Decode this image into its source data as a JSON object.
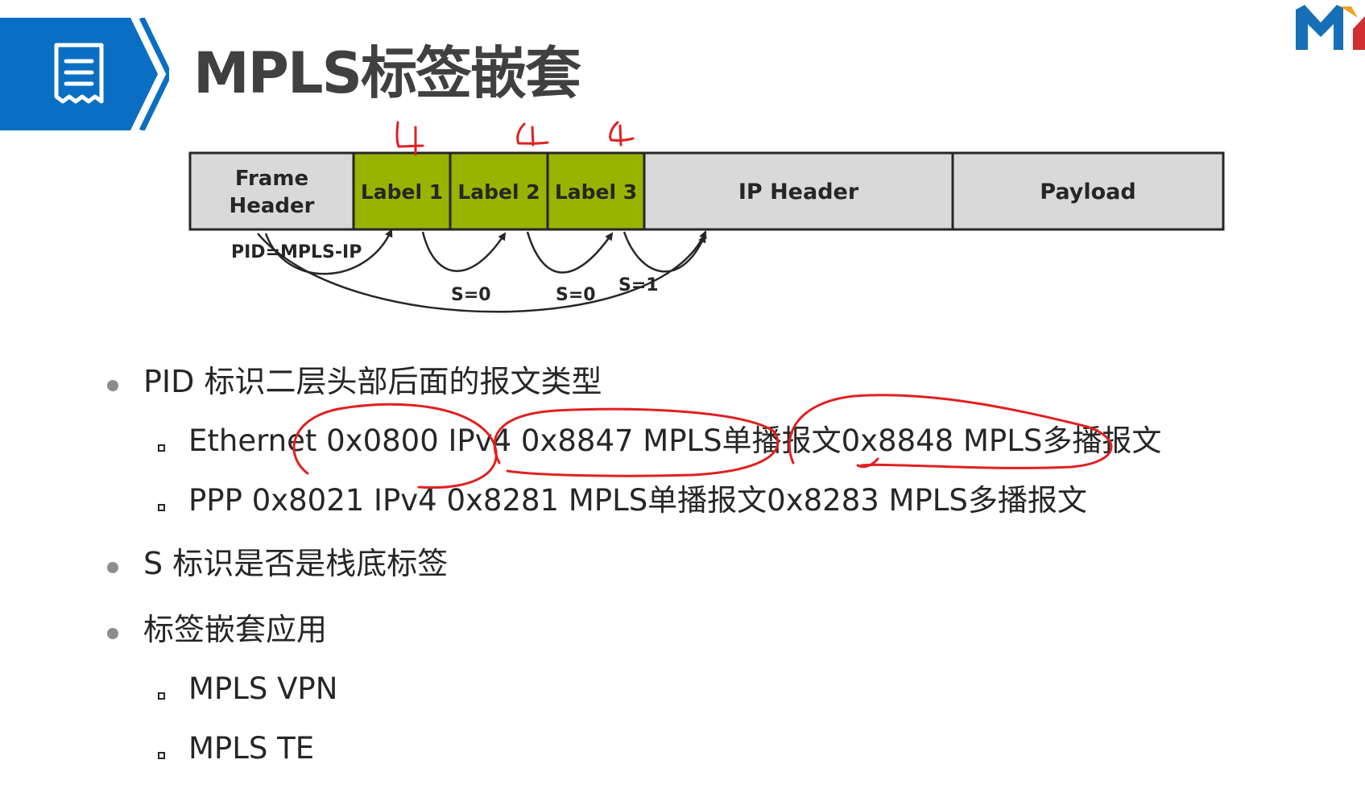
{
  "header": {
    "title": "MPLS标签嵌套",
    "badge_icon": "document-icon",
    "logo_icon": "brand-logo-icon",
    "accent_color": "#0a6fc2"
  },
  "diagram": {
    "fields": [
      {
        "label": "Frame Header",
        "line1": "Frame",
        "line2": "Header",
        "kind": "frame"
      },
      {
        "label": "Label 1",
        "kind": "label"
      },
      {
        "label": "Label 2",
        "kind": "label"
      },
      {
        "label": "Label 3",
        "kind": "label"
      },
      {
        "label": "IP Header",
        "kind": "frame"
      },
      {
        "label": "Payload",
        "kind": "frame"
      }
    ],
    "colors": {
      "frame_fill": "#d9d9d9",
      "label_fill": "#99b300",
      "border": "#262626",
      "arrow": "#262626"
    },
    "pid_text": "PID=MPLS-IP",
    "s_values": [
      "S=0",
      "S=0",
      "S=1"
    ],
    "handwritten_marks": [
      "4",
      "4",
      "4"
    ],
    "handwritten_color": "#e02020"
  },
  "bullets": [
    {
      "level": 1,
      "text": "PID 标识二层头部后面的报文类型"
    },
    {
      "level": 2,
      "text": "Ethernet 0x0800 IPv4 0x8847 MPLS单播报文0x8848 MPLS多播报文"
    },
    {
      "level": 2,
      "text": "PPP 0x8021 IPv4 0x8281 MPLS单播报文0x8283 MPLS多播报文"
    },
    {
      "level": 1,
      "text": "S  标识是否是栈底标签"
    },
    {
      "level": 1,
      "text": "标签嵌套应用"
    },
    {
      "level": 2,
      "text": "MPLS VPN"
    },
    {
      "level": 2,
      "text": "MPLS TE"
    }
  ]
}
